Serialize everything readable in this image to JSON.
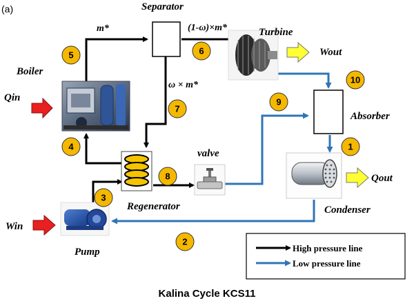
{
  "panel_label": "(a)",
  "caption": "Kalina Cycle KCS11",
  "components": {
    "separator": "Separator",
    "turbine": "Turbine",
    "boiler": "Boiler",
    "absorber": "Absorber",
    "valve": "valve",
    "regenerator": "Regenerator",
    "condenser": "Condenser",
    "pump": "Pump"
  },
  "flows": {
    "m_star": "m*",
    "turbine_flow": "(1-ω)×m*",
    "omega_flow": "ω × m*"
  },
  "energy": {
    "q_in": "Qin",
    "w_out": "Wout",
    "q_out": "Qout",
    "w_in": "Win"
  },
  "state_points": [
    "1",
    "2",
    "3",
    "4",
    "5",
    "6",
    "7",
    "8",
    "9",
    "10"
  ],
  "legend": {
    "high": "High pressure line",
    "low": "Low pressure line"
  },
  "colors": {
    "high_pressure": "#000000",
    "low_pressure": "#2e75b6",
    "badge": "#f5b800",
    "heat_arrow_in": "#e8201f",
    "heat_arrow_out": "#ffff33"
  }
}
